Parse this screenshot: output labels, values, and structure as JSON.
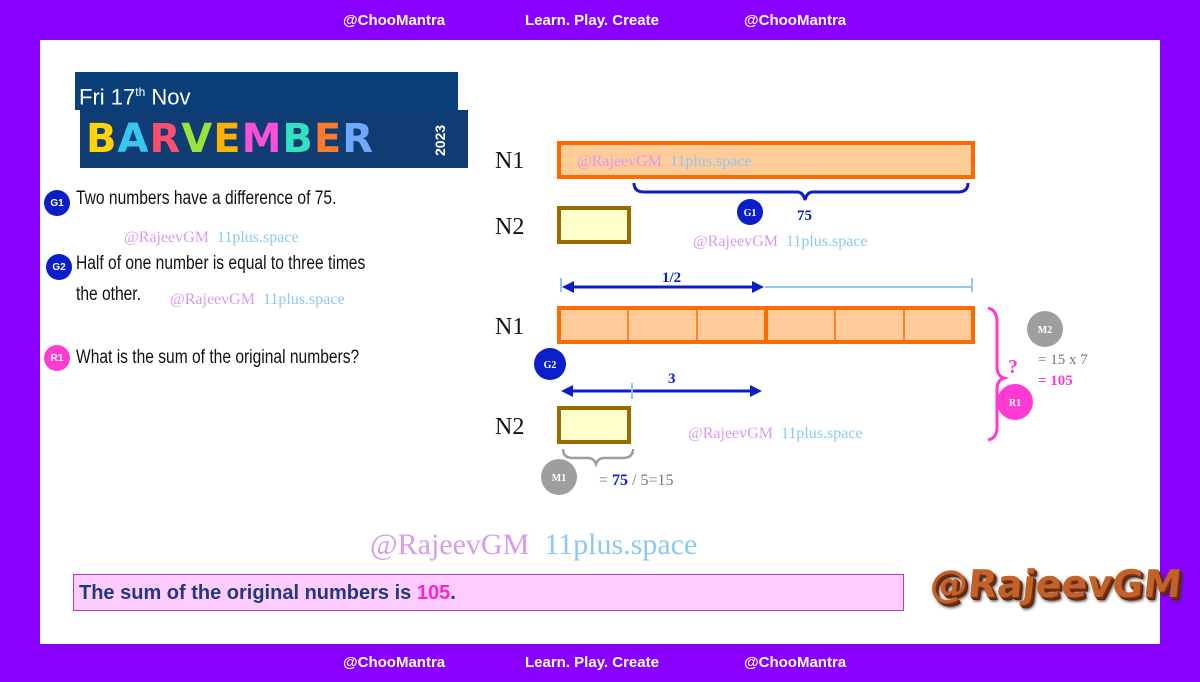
{
  "header": {
    "left": "@ChooMantra",
    "center": "Learn. Play. Create",
    "right": "@ChooMantra"
  },
  "footer": {
    "left": "@ChooMantra",
    "center": "Learn. Play. Create",
    "right": "@ChooMantra"
  },
  "date": {
    "day": "Fri 17",
    "suffix": "th",
    "month": " Nov"
  },
  "banner": {
    "letters": [
      "B",
      "A",
      "R",
      "V",
      "E",
      "M",
      "B",
      "E",
      "R"
    ],
    "year": "2023"
  },
  "watermark": {
    "handle": "@RajeevGM",
    "site": "11plus.space"
  },
  "questions": [
    {
      "badge": "G1",
      "text": "Two numbers have a difference of 75."
    },
    {
      "badge": "G2",
      "line1": "Half of one number is equal to three times",
      "line2": "the other."
    },
    {
      "badge": "R1",
      "text": "What is the sum of the original numbers?"
    }
  ],
  "diagram": {
    "n1_label": "N1",
    "n2_label": "N2",
    "g1_badge": "G1",
    "g1_value": "75",
    "half_label": "1/2",
    "g2_badge": "G2",
    "three_label": "3",
    "m1_badge": "M1",
    "m1_eq": "= ",
    "m1_val": "75",
    "m1_rest": " / 5=15",
    "m2_badge": "M2",
    "m2_line1": "= 15 x 7",
    "m2_line2": "= 105",
    "qmark": "?",
    "r1_badge": "R1"
  },
  "answer": {
    "prefix": "The sum of the original numbers is ",
    "value": "105",
    "suffix": "."
  },
  "logo": "@RajeevGM",
  "colors": {
    "purple": "#8a00ff",
    "orange": "#ff6a00",
    "peach": "#ffcc99",
    "brown": "#9b6a00",
    "cream": "#ffffcc",
    "blue": "#0b1fc9",
    "lightblue": "#8cc8f0",
    "pink": "#ff3ad0"
  }
}
